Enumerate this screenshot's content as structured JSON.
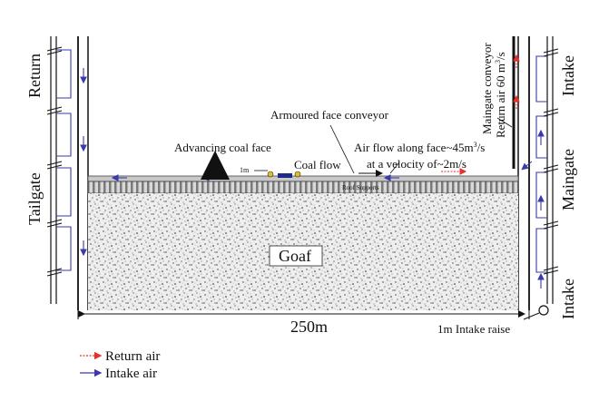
{
  "labels": {
    "return_left": "Return",
    "tailgate": "Tailgate",
    "intake_top_right": "Intake",
    "maingate": "Maingate",
    "intake_bottom_right": "Intake",
    "maingate_conveyor": "Maingate conveyor",
    "return_air_60": "Return air 60 m",
    "return_air_60_sup": "3",
    "return_air_60_unit": "/s",
    "armoured_face_conveyor": "Armoured face conveyor",
    "advancing_coal_face": "Advancing coal face",
    "coal_flow": "Coal flow",
    "face_flow_line1": "Air flow along face~45m",
    "face_flow_line1_sup": "3",
    "face_flow_line1_unit": "/s",
    "face_flow_line2": "at a velocity of~2m/s",
    "one_m": "1m",
    "roof_supports": "Roof Supports",
    "goaf": "Goaf",
    "width": "250m",
    "intake_raise": "1m Intake raise"
  },
  "legend": [
    {
      "label": "Return air",
      "color": "#e8312a",
      "style": "dashed"
    },
    {
      "label": "Intake air",
      "color": "#3a3aa8",
      "style": "solid"
    }
  ],
  "colors": {
    "intake": "#3a3aa8",
    "return": "#e8312a"
  }
}
